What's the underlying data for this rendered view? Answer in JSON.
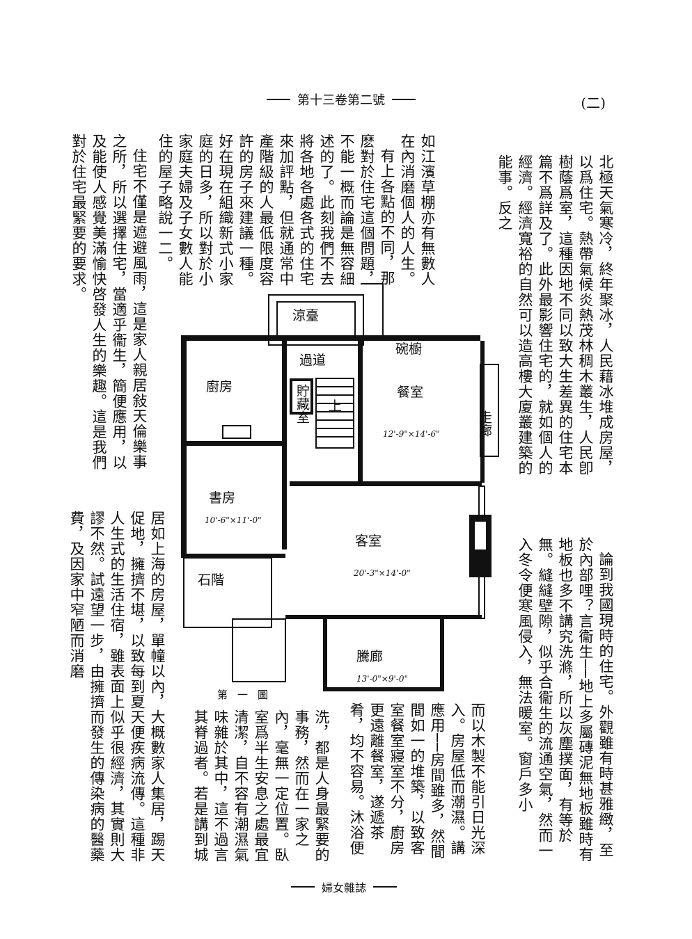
{
  "page_number": "(二)",
  "header": "第十三卷第二號",
  "footer": "婦女雜誌",
  "columns": {
    "a": "北極天氣寒冷，終年聚冰，人民藉冰堆成房屋，以爲住宅。熱帶氣候炎熱茂林稠木叢生，人民卽樹蔭爲室，這種因地不同以致大生差異的住宅本篇不爲詳及了。此外最影響住宅的，就如個人的經濟。經濟寬裕的自然可以造高樓大廈叢建築的能事。反之",
    "b": [
      "如江濱草棚亦有無數人在內消磨個人的人生。",
      "有上各點的不同，那麽對於住宅這個問題，不能一概而論是無容細述的了。此刻我們不去將各地各處各式的住宅來加評點，但就通常中產階級的人最低限度容許的房子來建議一種。好在現在組織新式小家庭的日多，所以對於小家庭夫婦及子女數人能住的屋子略說一二。"
    ],
    "c": [
      "住宅不僅是遮避風雨，這是家人親居敍天倫樂事之所，所以選擇住宅，當適乎衞生，簡便應用，以及能使人感覺美滿愉快啓發人生的樂趣。這是我們對於住宅最緊要的要求。"
    ],
    "d": "論到我國現時的住宅。外觀雖有時甚雅緻，至於內部哩？言衞生──地上多屬磚泥無地板雖時有地板也多不講究洗滌，所以灰塵撲面，有等於無。縫縫壁隙，似乎合衞生的流通空氣，然而一入冬令便寒風侵入，無法暖室。窗戶多小",
    "e": "而以木製不能引日光深入。房屋低而潮濕。講應用──房間雖多，然間間如一的堆築，以致客室餐室寢室不分，廚房更遠離餐室，遂遞茶肴，均不容易。沐浴便",
    "f": "洗，都是人身最緊要的事務，然而在一家之內，毫無一定位置。臥室爲半生安息之處最宜清潔，自不容有潮濕氣味雜於其中，這不過言其脊過者。若是講到城",
    "g": "居如上海的房屋，單幢以內，大概數家人集居，踢天促地，擁擠不堪，以致每到夏天便疾病流傳。這種非人生式的生活住宿，雖表面上似乎很經濟，其實則大謬不然。試遠望一步，由擁擠而發生的傳染病的醫藥費，及因家中窄陋而消磨"
  },
  "figure": {
    "caption": "第一圖",
    "rooms": {
      "balcony": "涼臺",
      "passage": "過道",
      "corridor": "走廊",
      "kitchen": "廚房",
      "storage": "貯藏室",
      "stair": "上",
      "dining": "餐室",
      "dining_dim": "12'-9\"×14'-6\"",
      "cabinet": "碗櫥",
      "study": "書房",
      "study_dim": "10'-6\"×11'-0\"",
      "living": "客室",
      "living_dim": "20'-3\"×14'-0\"",
      "steps": "石階",
      "hall": "騰廊",
      "hall_dim": "13'-0\"×9'-0\""
    }
  }
}
